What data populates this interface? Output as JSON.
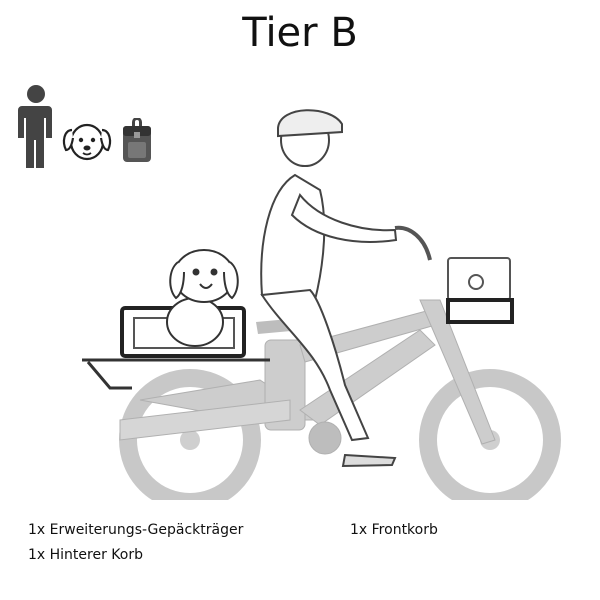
{
  "title": "Tier B",
  "icons": [
    "person-icon",
    "dog-icon",
    "backpack-icon"
  ],
  "accessories": {
    "rack": "1x Erweiterungs-Gepäckträger",
    "rear_basket": "1x Hinterer Korb",
    "front_basket": "1x Frontkorb"
  }
}
